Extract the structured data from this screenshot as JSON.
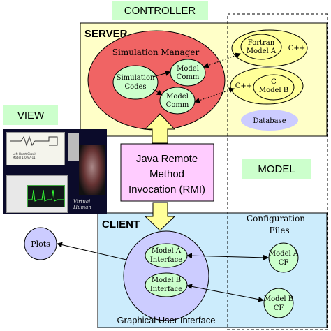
{
  "labels": {
    "controller": "CONTROLLER",
    "server": "SERVER",
    "view": "VIEW",
    "model": "MODEL",
    "client": "CLIENT",
    "simulation_manager": "Simulation Manager",
    "simulation_codes": [
      "Simulation",
      "Codes"
    ],
    "model_comm_1": [
      "Model",
      "Comm"
    ],
    "model_comm_2": [
      "Model",
      "Comm"
    ],
    "fortran_model": [
      "Fortran",
      "Model A"
    ],
    "fortran_cpp": "C++",
    "c_model": [
      "C",
      "Model B"
    ],
    "c_cpp": "C++",
    "database": "Database",
    "rmi": [
      "Java Remote",
      "Method",
      "Invocation (RMI)"
    ],
    "config_files": [
      "Configuration",
      "Files"
    ],
    "plots": "Plots",
    "model_a_interface": [
      "Model A",
      "Interface"
    ],
    "model_b_interface": [
      "Model B",
      "Interface"
    ],
    "model_a_cf": [
      "Model A",
      "CF"
    ],
    "model_b_cf": [
      "Model B",
      "CF"
    ],
    "gui": "Graphical User Interface",
    "screenshot_caption": "Virtual Human",
    "screenshot_text": [
      "Left Heart Circuit",
      "Model 1.0-97-11"
    ]
  },
  "colors": {
    "controller_fill": "#ccffcc",
    "server_fill": "#ffffc8",
    "client_fill": "#ccecfc",
    "sim_manager": "#f06464",
    "inner_ellipse": "#ccffcc",
    "model_ellipse": "#ffff99",
    "database": "#ccccff",
    "rmi_box": "#ffccff",
    "arrow_fill": "#ffff99",
    "gui_ellipse": "#ccccff",
    "cf_circle": "#ccffcc"
  }
}
